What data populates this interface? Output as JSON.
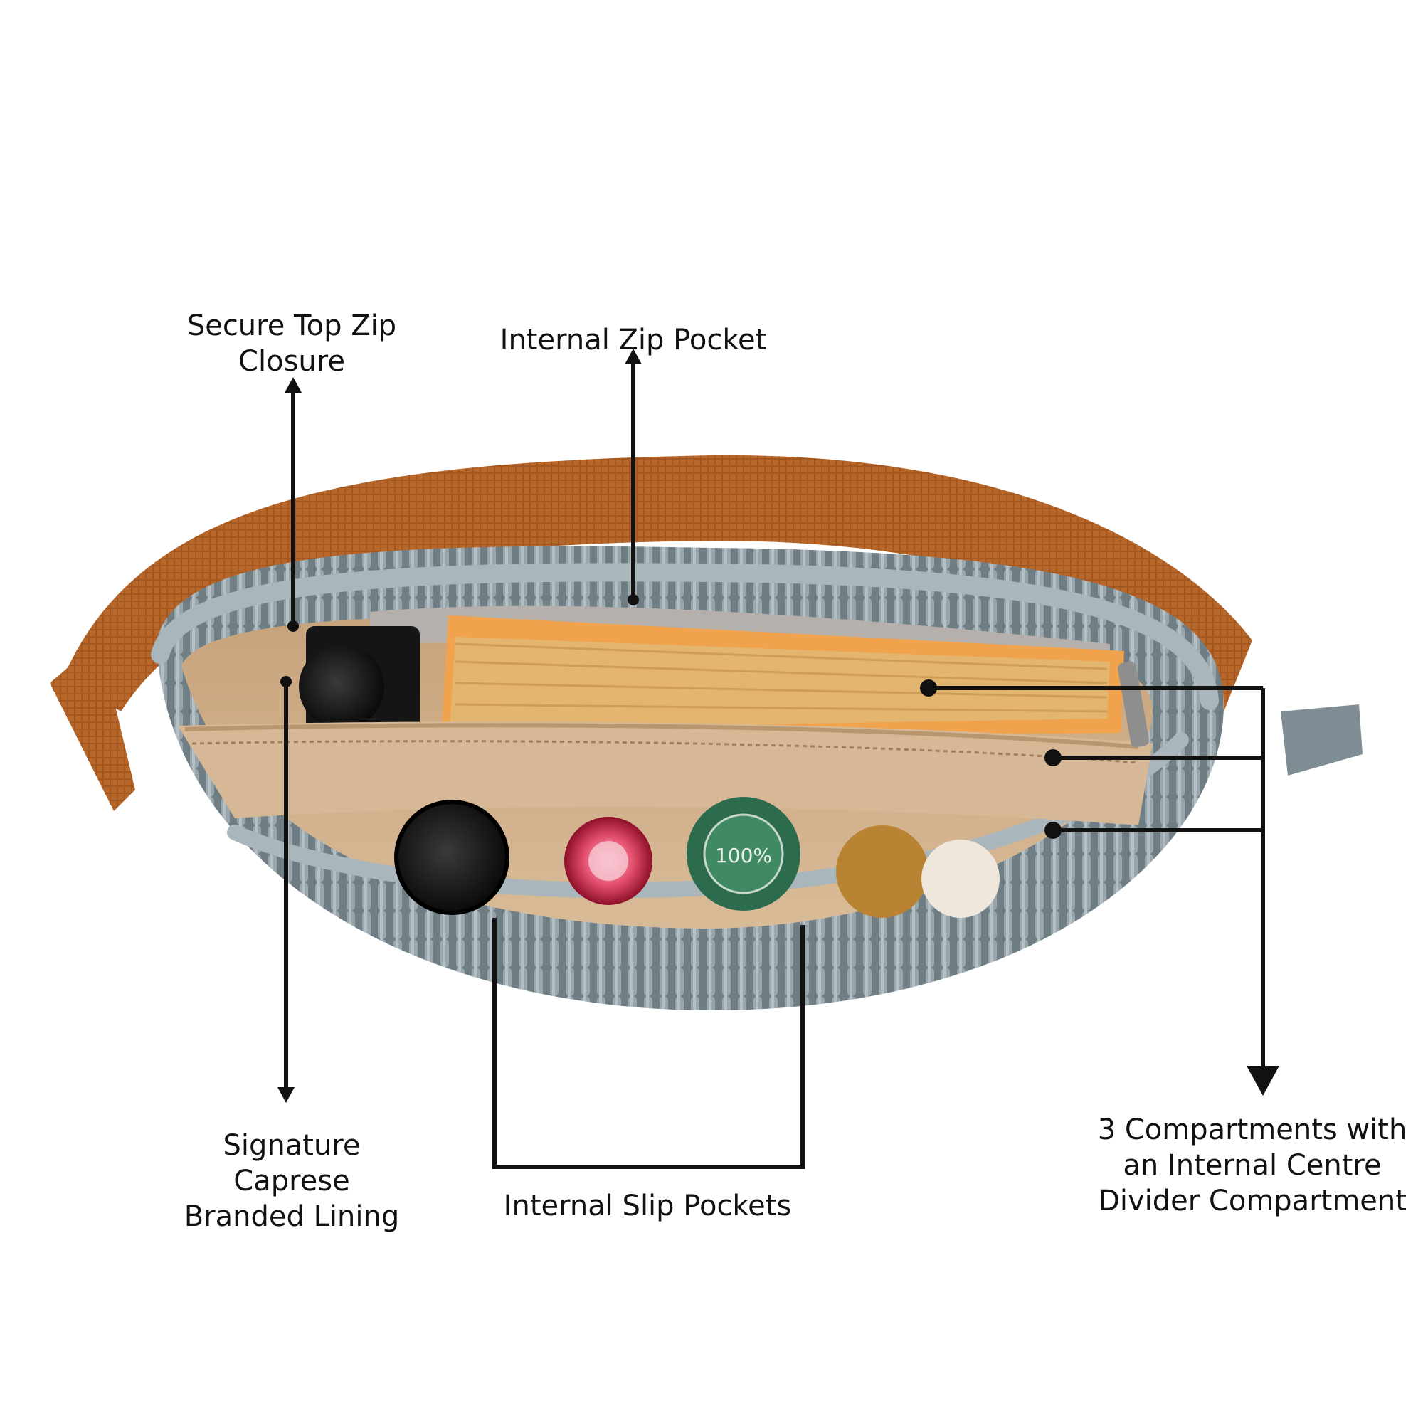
{
  "callouts": {
    "top_zip": {
      "line1": "Secure Top Zip",
      "line2": "Closure"
    },
    "internal_zip": {
      "line1": "Internal Zip Pocket"
    },
    "branded_lining": {
      "line1": "Signature Caprese",
      "line2": "Branded Lining"
    },
    "slip_pockets": {
      "line1": "Internal Slip Pockets"
    },
    "compartments": {
      "line1": "3 Compartments with",
      "line2": "an Internal Centre",
      "line3": "Divider Compartment"
    }
  },
  "colors": {
    "strap": "#b8672a",
    "shell": "#7f8e95",
    "trim": "#9aa9b0",
    "lining": "#d2b28e",
    "book_pages": "#e3b56f",
    "book_cover": "#f0a34c",
    "annotation": "#111111"
  },
  "items": {
    "bottle_green_text": "100%"
  }
}
